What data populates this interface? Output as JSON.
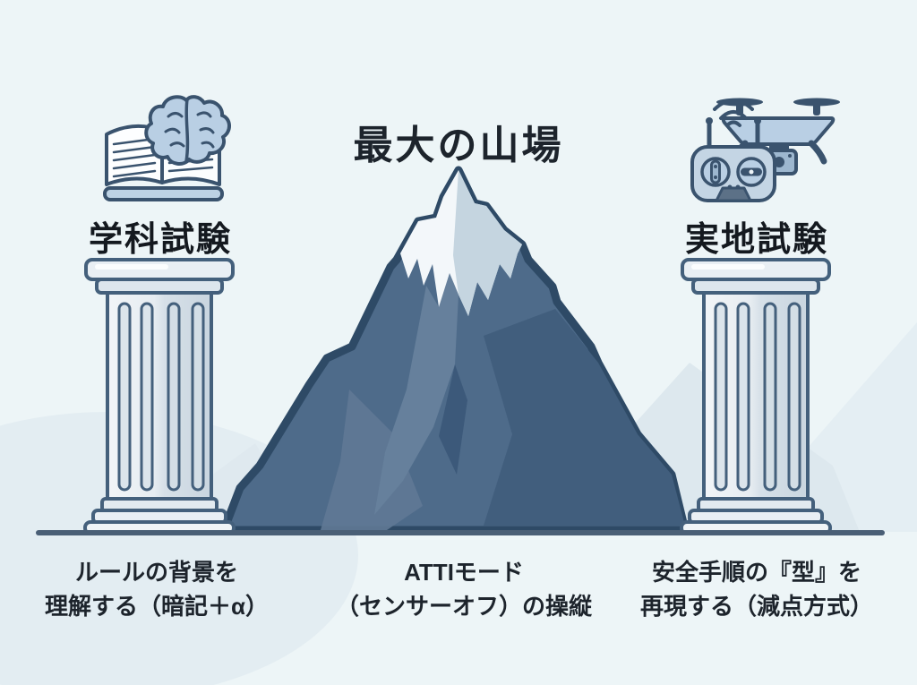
{
  "page": {
    "background_color": "#edf5f7",
    "ground_line_color": "#4a5f76",
    "text_color": "#1d242c"
  },
  "title": "最大の山場",
  "columns": {
    "left": {
      "icon": "book-brain-icon",
      "label": "学科試験",
      "caption_line1": "ルールの背景を",
      "caption_line2": "理解する（暗記＋α）"
    },
    "center": {
      "icon": "mountain-illustration",
      "caption_line1": "ATTIモード",
      "caption_line2": "（センサーオフ）の操縦"
    },
    "right": {
      "icon": "drone-controller-icon",
      "label": "実地試験",
      "caption_line1": "安全手順の『型』を",
      "caption_line2": "再現する（減点方式）"
    }
  },
  "colors": {
    "icon_outline": "#3a536e",
    "icon_fill_light_blue": "#b9cfe4",
    "mountain_outline": "#2e4a66",
    "mountain_body": "#4e6b8a",
    "mountain_shadow": "#415e7d",
    "mountain_highlight": "#66809c",
    "snow_white": "#f3f7fa",
    "snow_shade": "#c5d5e0",
    "pillar_fill": "#e8eef3",
    "pillar_outline": "#44607c",
    "background_hill": "#dfe9ef"
  }
}
